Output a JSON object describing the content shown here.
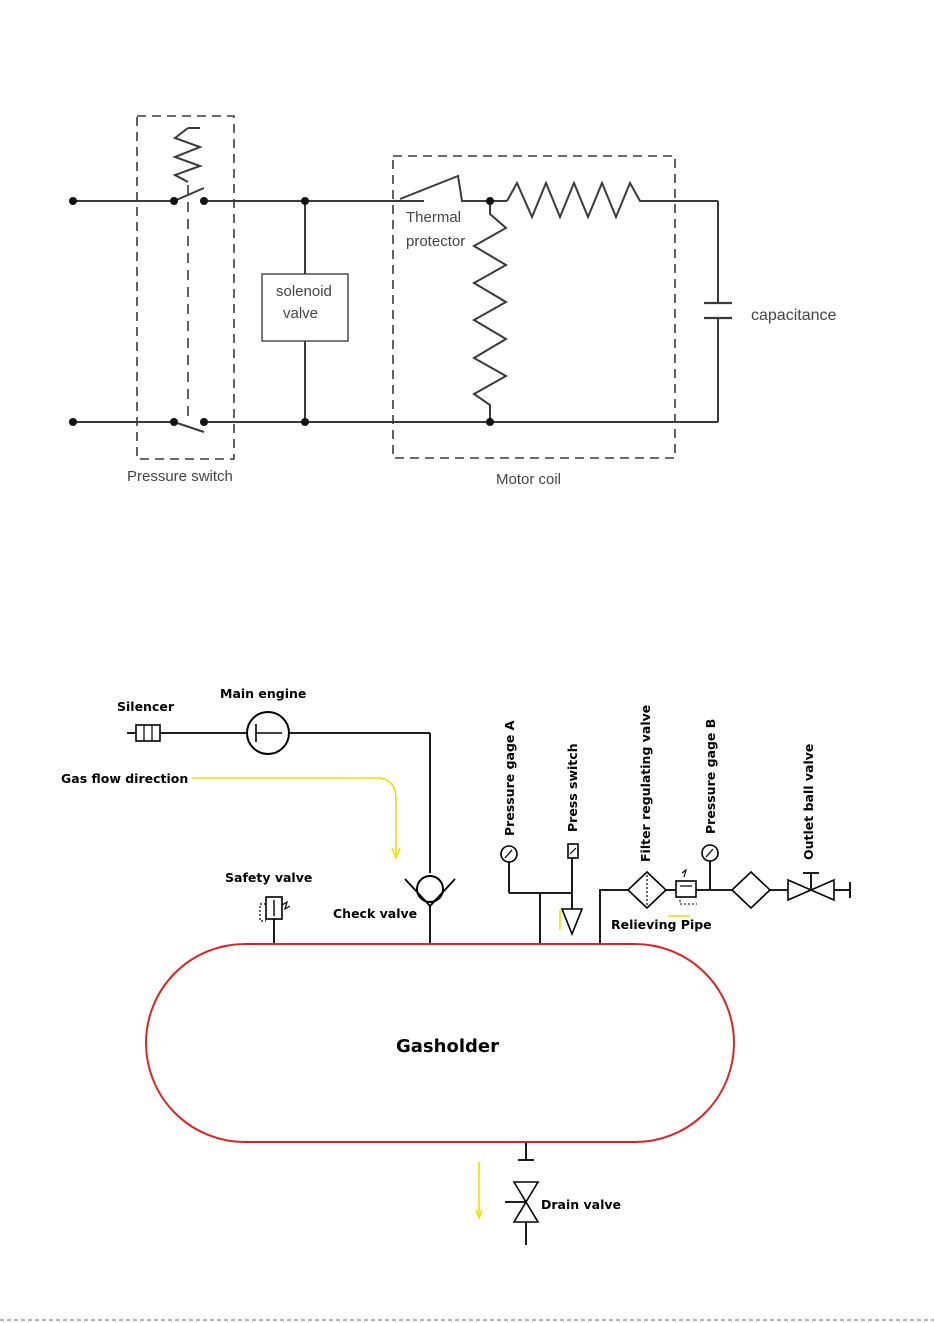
{
  "circuit": {
    "pressure_switch": "Pressure switch",
    "solenoid_line1": "solenoid",
    "solenoid_line2": "valve",
    "thermal_line1": "Thermal",
    "thermal_line2": "protector",
    "capacitance": "capacitance",
    "motor_coil": "Motor coil"
  },
  "pneumatic": {
    "silencer": "Silencer",
    "main_engine": "Main engine",
    "gas_flow": "Gas flow direction",
    "safety_valve": "Safety valve",
    "check_valve": "Check valve",
    "pressure_gage_a": "Pressure gage A",
    "press_switch": "Press switch",
    "filter_valve": "Filter regulating valve",
    "pressure_gage_b": "Pressure gage B",
    "outlet_ball_valve": "Outlet ball valve",
    "relieving_pipe": "Relieving Pipe",
    "gasholder": "Gasholder",
    "drain_valve": "Drain valve"
  },
  "colors": {
    "tank_outline": "#dd2222",
    "flow_arrow": "#f2dd00",
    "wire": "#3a3a3a",
    "pipe": "#000000"
  }
}
